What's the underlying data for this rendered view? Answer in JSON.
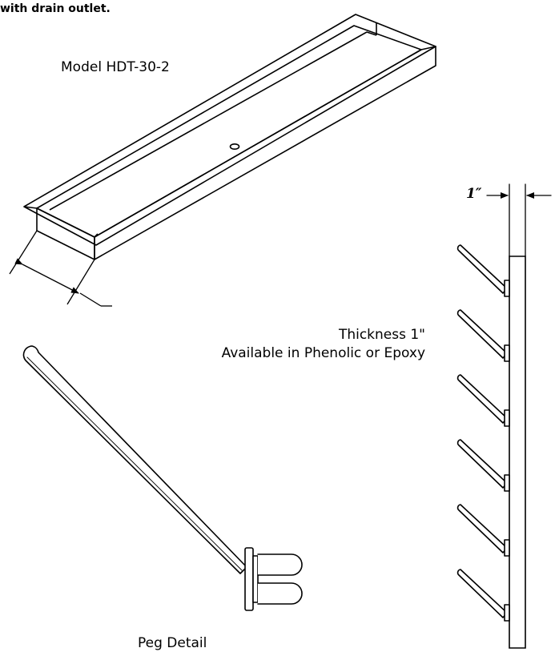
{
  "captions": {
    "top_caption": "with drain outlet.",
    "model": "Model HDT-30-2",
    "thickness": "Thickness 1\"",
    "material": "Available in Phenolic or Epoxy",
    "peg_detail": "Peg Detail",
    "dimension": "1″"
  },
  "drying_rack": {
    "peg_count": 6
  }
}
